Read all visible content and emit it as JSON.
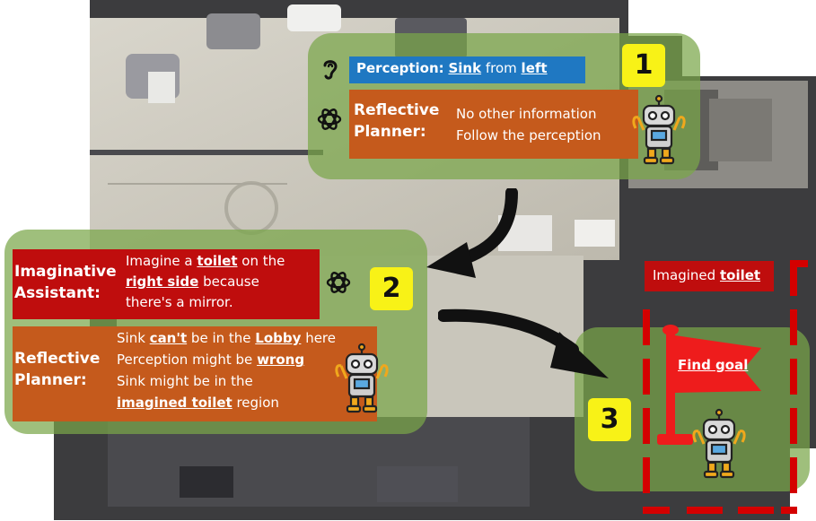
{
  "panel1": {
    "perception_label": "Perception:",
    "perception_object": "Sink",
    "perception_mid": "from",
    "perception_direction": "left",
    "planner_label_1": "Reflective",
    "planner_label_2": "Planner:",
    "planner_line_1": "No other information",
    "planner_line_2": "Follow the perception",
    "step": "1"
  },
  "panel2": {
    "assistant_label_1": "Imaginative",
    "assistant_label_2": "Assistant:",
    "assistant_text_1a": "Imagine a",
    "assistant_text_1b": "toilet",
    "assistant_text_1c": "on the",
    "assistant_text_2a": "right side",
    "assistant_text_2b": "because",
    "assistant_text_3": "there's a mirror.",
    "planner_label_1": "Reflective",
    "planner_label_2": "Planner:",
    "planner_1a": "Sink",
    "planner_1b": "can't",
    "planner_1c": "be in the",
    "planner_1d": "Lobby",
    "planner_1e": "here",
    "planner_2a": "Perception might be",
    "planner_2b": "wrong",
    "planner_3": "Sink might be in the",
    "planner_4a": "imagined toilet",
    "planner_4b": "region",
    "step": "2"
  },
  "panel3": {
    "imagined_label_a": "Imagined",
    "imagined_label_b": "toilet",
    "goal_label": "Find goal",
    "step": "3"
  },
  "icons": [
    "ear-icon",
    "openai-icon",
    "robot-icon",
    "flag-icon",
    "arrow-icon"
  ],
  "colors": {
    "panel_green": "#7aa64a",
    "perception_blue": "#1f78c2",
    "planner_orange": "#c55a1c",
    "assistant_red": "#bf0d0d",
    "step_yellow": "#f8f217",
    "flag_red": "#ee1c1c"
  }
}
